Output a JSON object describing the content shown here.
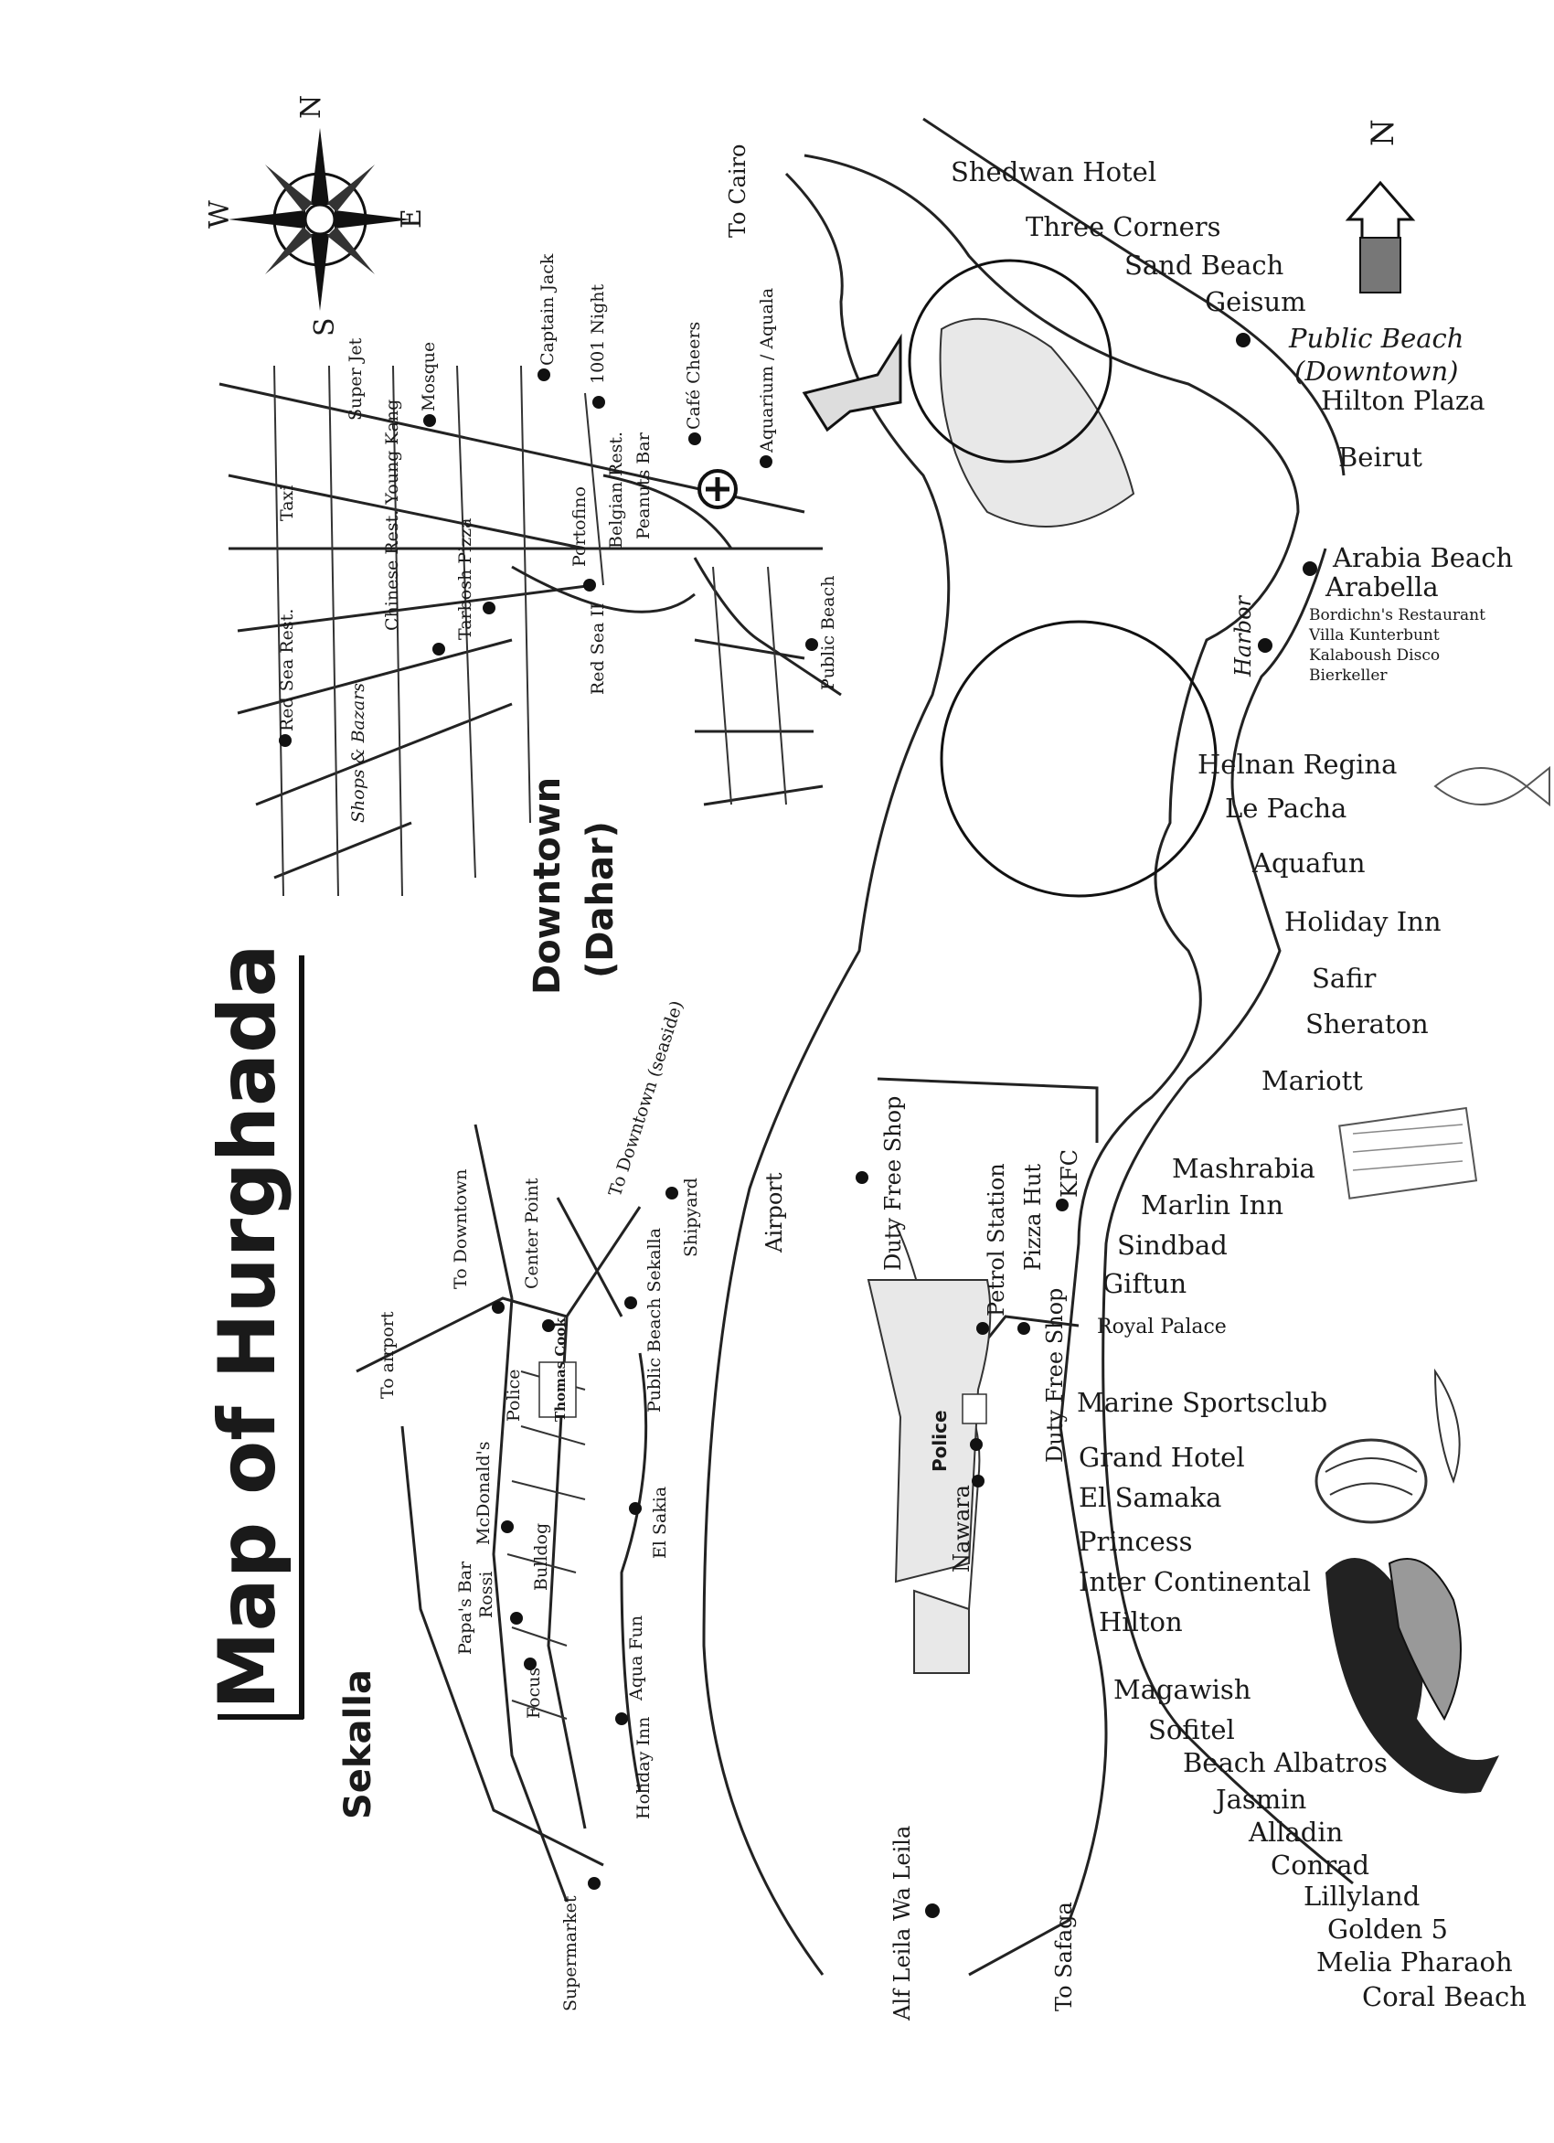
{
  "title": "Map of Hurghada",
  "compass_left": {
    "n": "N",
    "s": "S",
    "e": "E",
    "w": "W"
  },
  "compass_right": {
    "n": "N"
  },
  "districts": {
    "downtown": "Downtown",
    "dahar": "(Dahar)",
    "sekalla": "Sekalla"
  },
  "downtown": {
    "labels": [
      "Red Sea Rest.",
      "Shops & Bazars",
      "Chinese Rest. Young Kang",
      "Tarbosh Pizza",
      "Mosque",
      "Super Jet",
      "Taxi",
      "Captain Jack",
      "1001 Night",
      "Portofino",
      "Belgian Rest.",
      "Peanuts Bar",
      "Café Cheers",
      "Aquarium / Aquala",
      "Red Sea II",
      "Public Beach"
    ],
    "to_cairo": "To Cairo"
  },
  "sekalla": {
    "labels": [
      "To airport",
      "To Downtown",
      "Center Point",
      "Police",
      "Thomas Cook",
      "To Downtown (seaside)",
      "Shipyard",
      "Public Beach Sekalla",
      "McDonald's",
      "Papa's Bar",
      "Rossi",
      "Bulldog",
      "El Sakia",
      "Focus",
      "Aqua Fun",
      "Holiday Inn",
      "Supermarket"
    ]
  },
  "route": {
    "airport": "Airport",
    "duty_free_1": "Duty Free Shop",
    "petrol_station": "Petrol Station",
    "pizza_hut": "Pizza Hut",
    "kfc": "KFC",
    "duty_free_2": "Duty Free Shop",
    "police": "Police",
    "nawara": "Nawara",
    "alf_leila": "Alf Leila Wa Leila",
    "to_safaga": "To Safaga",
    "harbor": "Harbor"
  },
  "hotels": {
    "shedwan": "Shedwan Hotel",
    "three_corners": "Three Corners",
    "sand_beach": "Sand Beach",
    "geisum": "Geisum",
    "public_beach": "Public Beach",
    "downtown_paren": "(Downtown)",
    "hilton_plaza": "Hilton Plaza",
    "beirut": "Beirut",
    "arabia_beach": "Arabia Beach",
    "arabella": "Arabella",
    "bordichn": "Bordichn's Restaurant",
    "villa": "Villa Kunterbunt",
    "kalaboush": "Kalaboush Disco",
    "bierkeller": "Bierkeller",
    "helnan": "Helnan Regina",
    "le_pacha": "Le Pacha",
    "aquafun": "Aquafun",
    "holiday_inn": "Holiday Inn",
    "safir": "Safir",
    "sheraton": "Sheraton",
    "mariott": "Mariott",
    "mashrabia": "Mashrabia",
    "marlin": "Marlin Inn",
    "sindbad": "Sindbad",
    "giftun": "Giftun",
    "royal_palace": "Royal Palace",
    "marine": "Marine Sportsclub",
    "grand": "Grand Hotel",
    "samaka": "El Samaka",
    "princess": "Princess",
    "inter": "Inter Continental",
    "hilton": "Hilton",
    "magawish": "Magawish",
    "sofitel": "Sofitel",
    "albatros": "Beach Albatros",
    "jasmin": "Jasmin",
    "alladin": "Alladin",
    "conrad": "Conrad",
    "lillyland": "Lillyland",
    "golden5": "Golden 5",
    "melia": "Melia Pharaoh",
    "coral": "Coral Beach"
  }
}
